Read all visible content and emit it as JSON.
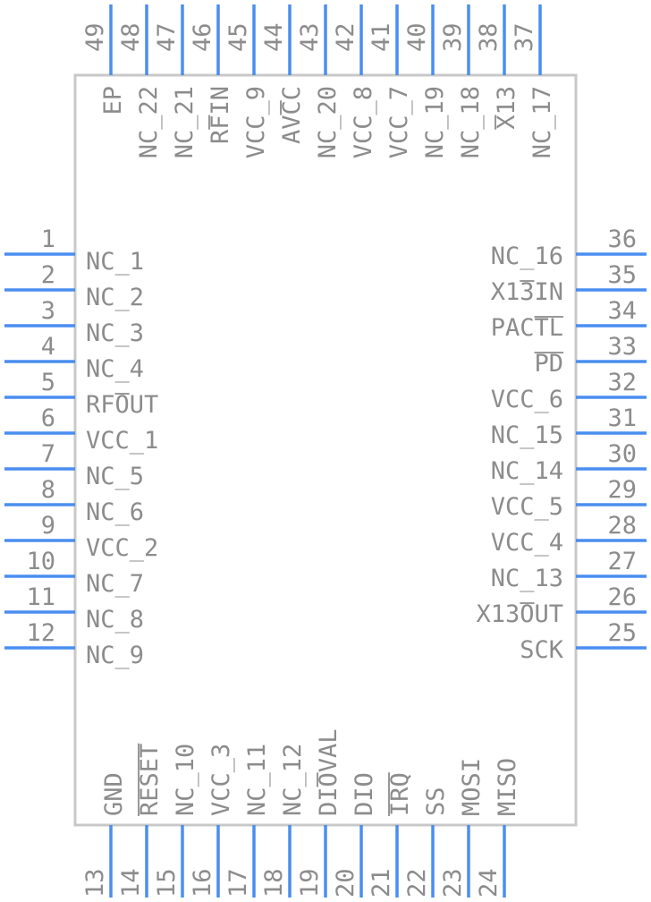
{
  "pins": {
    "left": [
      {
        "n": "1",
        "name": "NC_1"
      },
      {
        "n": "2",
        "name": "NC_2"
      },
      {
        "n": "3",
        "name": "NC_3"
      },
      {
        "n": "4",
        "name": "NC_4"
      },
      {
        "n": "5",
        "name": "RFOUT"
      },
      {
        "n": "6",
        "name": "VCC_1"
      },
      {
        "n": "7",
        "name": "NC_5"
      },
      {
        "n": "8",
        "name": "NC_6"
      },
      {
        "n": "9",
        "name": "VCC_2"
      },
      {
        "n": "10",
        "name": "NC_7"
      },
      {
        "n": "11",
        "name": "NC_8"
      },
      {
        "n": "12",
        "name": "NC_9"
      }
    ],
    "bottom": [
      {
        "n": "13",
        "name": "GND"
      },
      {
        "n": "14",
        "name": "RESET"
      },
      {
        "n": "15",
        "name": "NC_10"
      },
      {
        "n": "16",
        "name": "VCC_3"
      },
      {
        "n": "17",
        "name": "NC_11"
      },
      {
        "n": "18",
        "name": "NC_12"
      },
      {
        "n": "19",
        "name": "DIOVAL"
      },
      {
        "n": "20",
        "name": "DIO"
      },
      {
        "n": "21",
        "name": "IRQ"
      },
      {
        "n": "22",
        "name": "SS"
      },
      {
        "n": "23",
        "name": "MOSI"
      },
      {
        "n": "24",
        "name": "MISO"
      }
    ],
    "right": [
      {
        "n": "25",
        "name": "SCK"
      },
      {
        "n": "26",
        "name": "X13OUT"
      },
      {
        "n": "27",
        "name": "NC_13"
      },
      {
        "n": "28",
        "name": "VCC_4"
      },
      {
        "n": "29",
        "name": "VCC_5"
      },
      {
        "n": "30",
        "name": "NC_14"
      },
      {
        "n": "31",
        "name": "NC_15"
      },
      {
        "n": "32",
        "name": "VCC_6"
      },
      {
        "n": "33",
        "name": "PD"
      },
      {
        "n": "34",
        "name": "PACTL"
      },
      {
        "n": "35",
        "name": "X13IN"
      },
      {
        "n": "36",
        "name": "NC_16"
      }
    ],
    "top": [
      {
        "n": "37",
        "name": "NC_17"
      },
      {
        "n": "38",
        "name": "X13"
      },
      {
        "n": "39",
        "name": "NC_18"
      },
      {
        "n": "40",
        "name": "NC_19"
      },
      {
        "n": "41",
        "name": "VCC_7"
      },
      {
        "n": "42",
        "name": "VCC_8"
      },
      {
        "n": "43",
        "name": "NC_20"
      },
      {
        "n": "44",
        "name": "AVCC"
      },
      {
        "n": "45",
        "name": "VCC_9"
      },
      {
        "n": "46",
        "name": "RFIN"
      },
      {
        "n": "47",
        "name": "NC_21"
      },
      {
        "n": "48",
        "name": "NC_22"
      },
      {
        "n": "49",
        "name": "EP"
      }
    ]
  }
}
